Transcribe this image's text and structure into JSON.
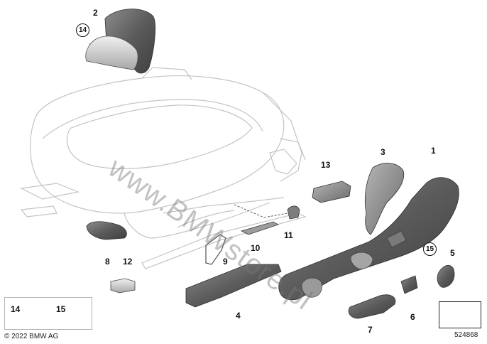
{
  "callouts": {
    "c1": "1",
    "c2": "2",
    "c3": "3",
    "c4": "4",
    "c5": "5",
    "c6": "6",
    "c7": "7",
    "c8": "8",
    "c9": "9",
    "c10": "10",
    "c11": "11",
    "c12": "12",
    "c13": "13",
    "c14_circled": "14",
    "c15_circled": "15"
  },
  "legend": {
    "item1_label": "14",
    "item2_label": "15"
  },
  "footer": {
    "copyright": "© 2022 BMW AG",
    "diagram_number": "524868"
  },
  "watermark": "www.BMWstore.pl",
  "colors": {
    "part_dark": "#5c5c5c",
    "part_mid": "#8a8a8a",
    "part_light": "#d0d0d0",
    "ghost_outline": "#c8c8c8",
    "text": "#111111"
  }
}
